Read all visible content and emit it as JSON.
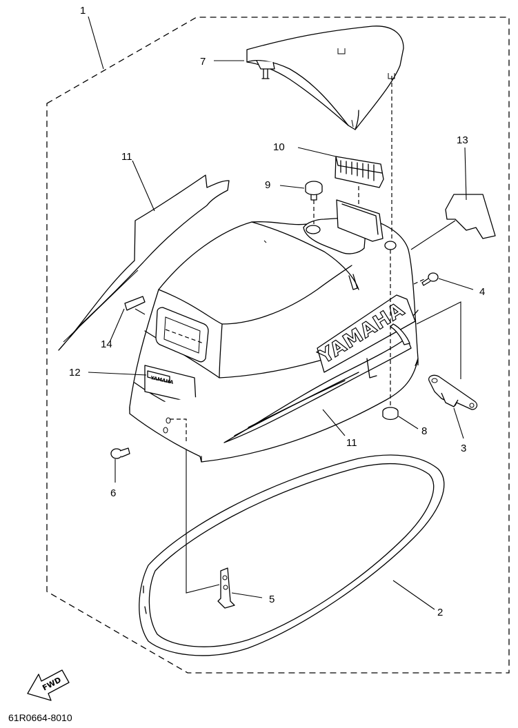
{
  "diagram": {
    "callouts": {
      "p1": "1",
      "p2": "2",
      "p3": "3",
      "p4": "4",
      "p5": "5",
      "p6": "6",
      "p7": "7",
      "p8": "8",
      "p9": "9",
      "p10": "10",
      "p11a": "11",
      "p11b": "11",
      "p12": "12",
      "p13": "13",
      "p14": "14"
    },
    "brand_text": "YAMAHA",
    "decal_text": "YAMAHA",
    "fwd_label": "FWD",
    "drawing_code": "61R0664-8010"
  }
}
